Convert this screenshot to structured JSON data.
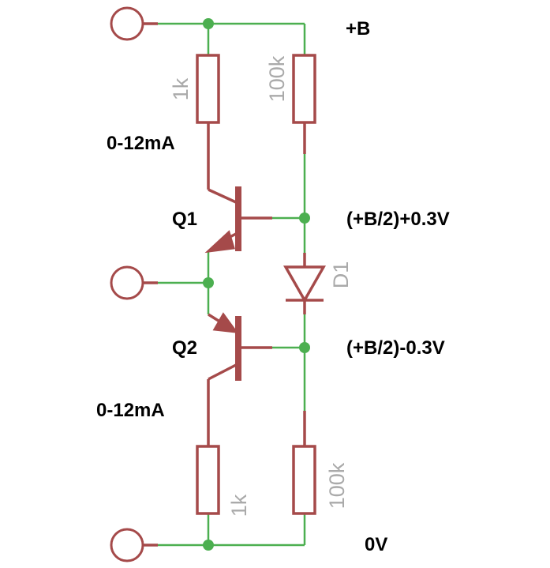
{
  "labels": {
    "supply_pos": "+B",
    "ground": "0V",
    "q1_current": "0-12mA",
    "q2_current": "0-12mA",
    "q1_name": "Q1",
    "q2_name": "Q2",
    "node_upper": "(+B/2)+0.3V",
    "node_lower": "(+B/2)-0.3V"
  },
  "components": {
    "r_top_left": "1k",
    "r_top_right": "100k",
    "r_bottom_left": "1k",
    "r_bottom_right": "100k",
    "diode": "D1"
  },
  "colors": {
    "wire": "#4caf50",
    "symbol": "#a54a4a",
    "value_text": "#aaaaaa",
    "label_text": "#000000"
  }
}
